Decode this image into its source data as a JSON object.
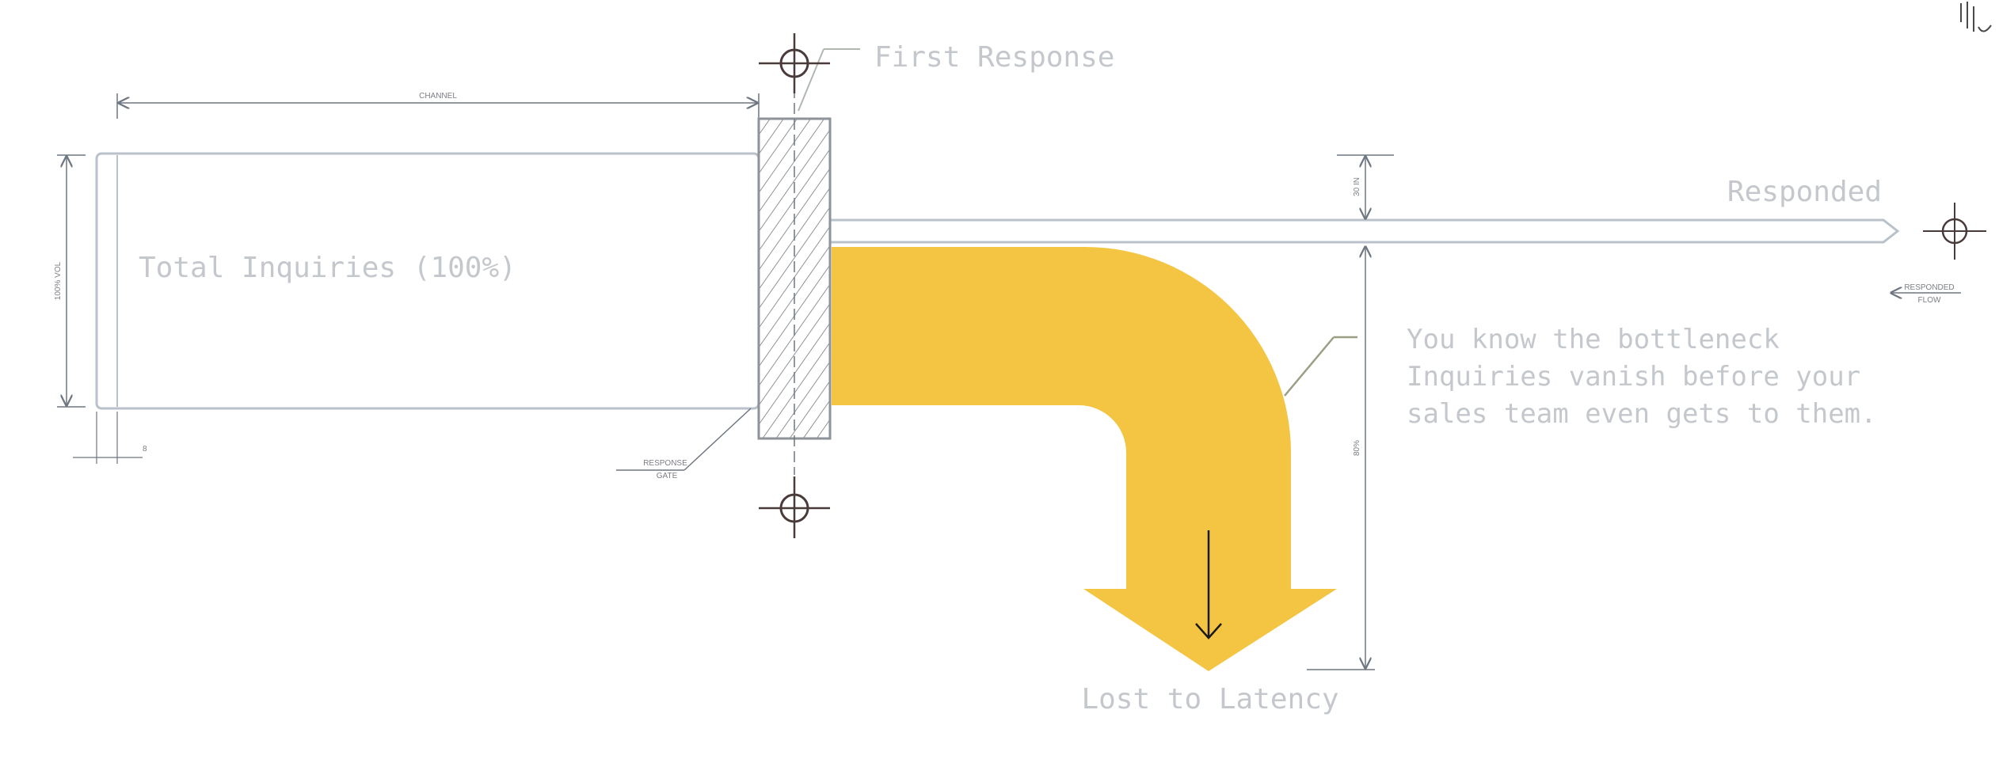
{
  "diagram": {
    "source_label": "Total Inquiries (100%)",
    "gate_label": "First Response",
    "responded_label": "Responded",
    "lost_label": "Lost to Latency",
    "callout_lines": [
      "You know the bottleneck",
      "Inquiries vanish before your",
      "sales team even gets to them."
    ],
    "dimension_tags": {
      "top_width": "CHANNEL",
      "left_height": "100% VOL",
      "responded_gap": "30 IN",
      "lost_height": "80%",
      "corner_small": "8",
      "gate_note_1": "RESPONSE",
      "gate_note_2": "GATE",
      "end_note_1": "RESPONDED",
      "end_note_2": "FLOW"
    },
    "colors": {
      "loss_flow": "#f4c542",
      "outline": "#b9c1cb",
      "dimension": "#6e7681",
      "hatch": "#8e9399",
      "target": "#4a3b3b"
    }
  }
}
